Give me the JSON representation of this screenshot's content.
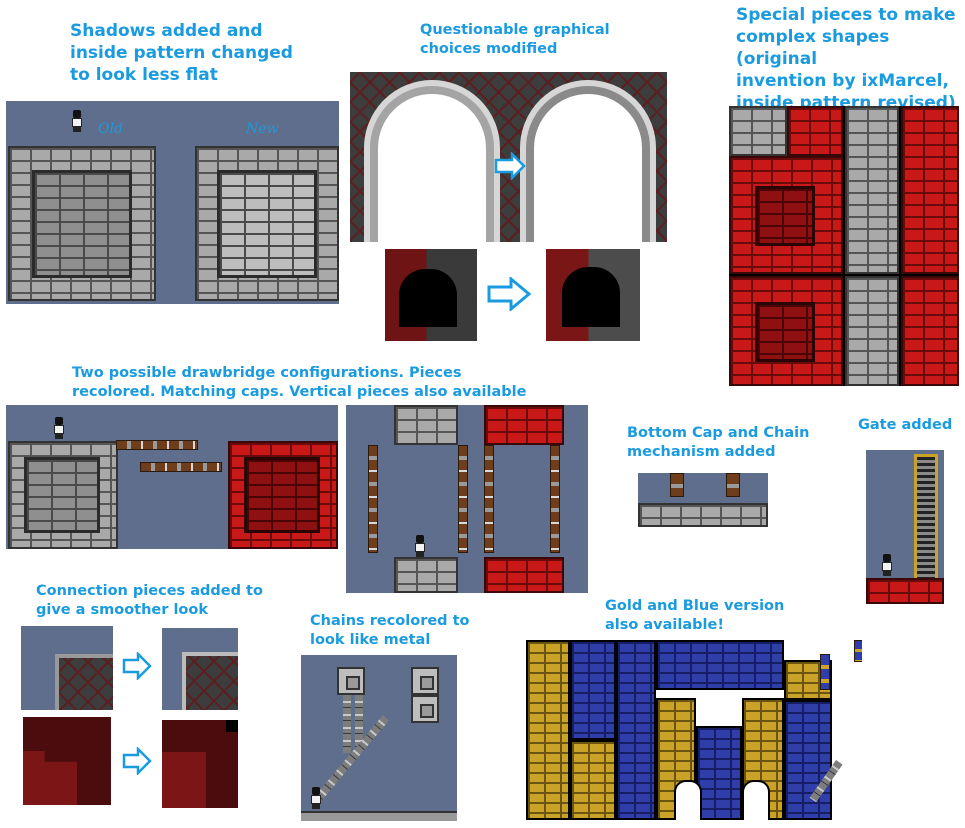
{
  "captions": {
    "shadows": "Shadows added and\ninside pattern changed\nto look less flat",
    "questionable": "Questionable graphical\nchoices modified",
    "special": "Special pieces to make\ncomplex shapes (original\ninvention by ixMarcel,\ninside pattern revised)",
    "drawbridge": "Two possible drawbridge configurations. Pieces\nrecolored. Matching caps. Vertical pieces also available",
    "bottom_cap": "Bottom Cap and Chain\nmechanism added",
    "gate": "Gate added",
    "connection": "Connection pieces added to\ngive a smoother look",
    "chains": "Chains recolored to\nlook like metal",
    "gold_blue": "Gold and Blue version\nalso available!"
  },
  "labels": {
    "old": "Old",
    "new": "New"
  },
  "colors": {
    "caption": "#1a9be0",
    "slate_bg": "#5f6e8c",
    "grey_brick": "#a9a9a9",
    "red_brick": "#c91818",
    "gold_brick": "#c9a227",
    "blue_brick": "#2f3ea8"
  },
  "icons": {
    "arrow": "right-arrow-outline-icon",
    "character": "pixel-character-sprite"
  }
}
